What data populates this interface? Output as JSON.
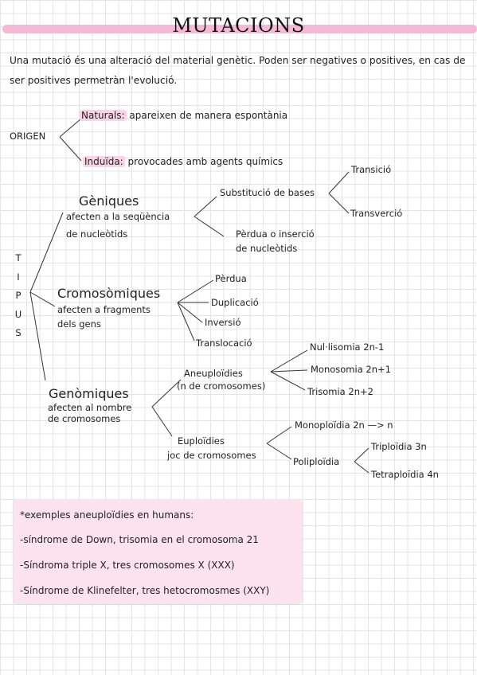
{
  "title": "MUTACIONS",
  "intro": "Una mutació és una alteració del material genètic. Poden ser negatives o positives, en cas de ser positives permetràn l'evolució.",
  "origen": {
    "label": "ORIGEN",
    "naturals": {
      "term": "Naturals:",
      "desc": " apareixen de manera espontània"
    },
    "induida": {
      "term": "Induïda:",
      "desc": " provocades amb agents químics"
    }
  },
  "tipus": {
    "letters": [
      "T",
      "I",
      "P",
      "U",
      "S"
    ],
    "geniques": {
      "title": "Gèniques",
      "desc1": "afecten a la seqüència",
      "desc2": "de nucleòtids",
      "substitucio": "Substitució de bases",
      "transicio": "Transició",
      "transversio": "Transverció",
      "perdua1": "Pèrdua o inserció",
      "perdua2": "de nucleòtids"
    },
    "cromosomiques": {
      "title": "Cromosòmiques",
      "desc1": "afecten a fragments",
      "desc2": "dels gens",
      "items": [
        "Pèrdua",
        "Duplicació",
        "Inversió",
        "Translocació"
      ]
    },
    "genomiques": {
      "title": "Genòmiques",
      "desc1": "afecten al nombre",
      "desc2": "de cromosomes",
      "aneuploidies": {
        "title": "Aneuploïdies",
        "desc": "(n de cromosomes)",
        "items": [
          "Nul·lisomia  2n-1",
          "Monosomia   2n+1",
          "Trisomia  2n+2"
        ]
      },
      "euploidies": {
        "title": "Euploïdies",
        "desc": "joc de cromosomes",
        "monoploidia": "Monoploïdia  2n —> n",
        "poliploidia": "Poliploïdia",
        "triploidia": "Triploïdia 3n",
        "tetraploidia": "Tetraploïdia 4n"
      }
    }
  },
  "note": {
    "lines": [
      "*exemples aneuploïdies en humans:",
      "-síndrome de Down, trisomia en el cromosoma 21",
      "-Síndroma triple X, tres cromosomes X (XXX)",
      "-Síndrome de Klinefelter, tres hetocromosmes (XXY)"
    ]
  }
}
